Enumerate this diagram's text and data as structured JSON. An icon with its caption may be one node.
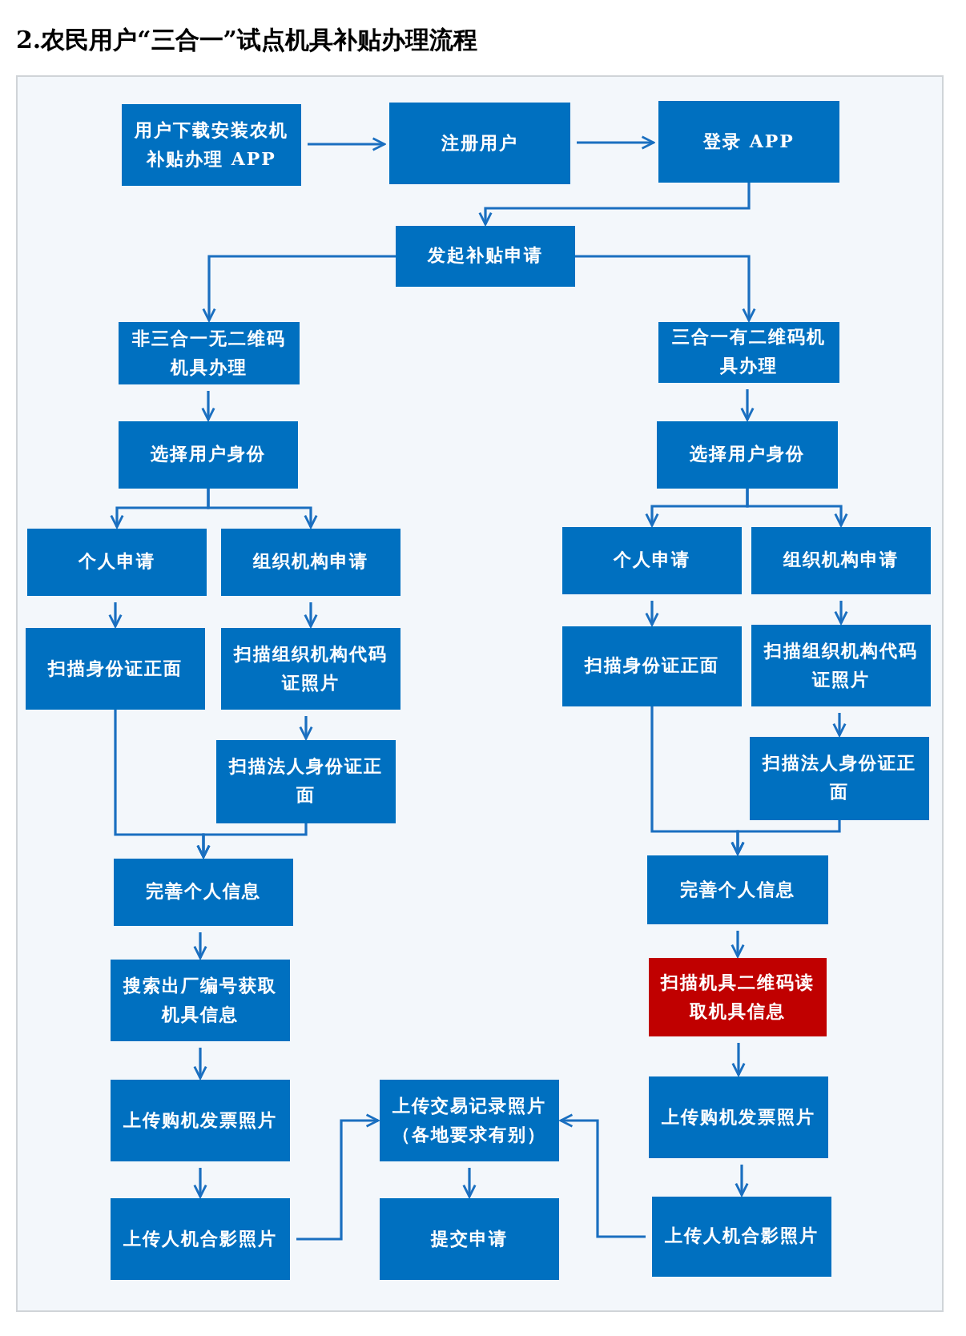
{
  "diagram": {
    "title": "2.农民用户“三合一”试点机具补贴办理流程",
    "nodes": [
      {
        "text": [
          "用户下载安装农机补贴办理 APP"
        ]
      },
      {
        "text": [
          "注册用户"
        ]
      },
      {
        "text": [
          "登录 APP"
        ]
      },
      {
        "text": [
          "发起补贴申请"
        ]
      },
      {
        "text": [
          "非三合一无二维码机具办理"
        ]
      },
      {
        "text": [
          "三合一有二维码机具办理"
        ]
      },
      {
        "text": [
          "选择用户身份"
        ]
      },
      {
        "text": [
          "选择用户身份"
        ]
      },
      {
        "text": [
          "个人申请"
        ]
      },
      {
        "text": [
          "组织机构申请"
        ]
      },
      {
        "text": [
          "个人申请"
        ]
      },
      {
        "text": [
          "组织机构申请"
        ]
      },
      {
        "text": [
          "扫描身份证正面"
        ]
      },
      {
        "text": [
          "扫描组织机构代码证照片"
        ]
      },
      {
        "text": [
          "扫描身份证正面"
        ]
      },
      {
        "text": [
          "扫描组织机构代码证照片"
        ]
      },
      {
        "text": [
          "扫描法人身份证正面"
        ]
      },
      {
        "text": [
          "扫描法人身份证正面"
        ]
      },
      {
        "text": [
          "完善个人信息"
        ]
      },
      {
        "text": [
          "完善个人信息"
        ]
      },
      {
        "text": [
          "搜索出厂编号获取机具信息"
        ]
      },
      {
        "text": [
          "扫描机具二维码读取机具信息"
        ]
      },
      {
        "text": [
          "上传购机发票照片"
        ]
      },
      {
        "text": [
          "上传交易记录照片（各地要求有别）"
        ]
      },
      {
        "text": [
          "上传购机发票照片"
        ]
      },
      {
        "text": [
          "上传人机合影照片"
        ]
      },
      {
        "text": [
          "提交申请"
        ]
      },
      {
        "text": [
          "上传人机合影照片"
        ]
      }
    ],
    "edges": [
      {
        "from": 0,
        "to": 1,
        "arrow": "to"
      },
      {
        "from": 1,
        "to": 2,
        "arrow": "to"
      },
      {
        "from": 2,
        "to": 3,
        "arrow": "to"
      },
      {
        "from": 3,
        "to": 4,
        "arrow": "to"
      },
      {
        "from": 3,
        "to": 5,
        "arrow": "to"
      },
      {
        "from": 4,
        "to": 6,
        "arrow": "to"
      },
      {
        "from": 5,
        "to": 7,
        "arrow": "to"
      },
      {
        "from": 6,
        "to": 8,
        "arrow": "to"
      },
      {
        "from": 6,
        "to": 9,
        "arrow": "to"
      },
      {
        "from": 7,
        "to": 10,
        "arrow": "to"
      },
      {
        "from": 7,
        "to": 11,
        "arrow": "to"
      },
      {
        "from": 8,
        "to": 12,
        "arrow": "to"
      },
      {
        "from": 9,
        "to": 13,
        "arrow": "to"
      },
      {
        "from": 10,
        "to": 14,
        "arrow": "to"
      },
      {
        "from": 11,
        "to": 15,
        "arrow": "to"
      },
      {
        "from": 13,
        "to": 16,
        "arrow": "to"
      },
      {
        "from": 15,
        "to": 17,
        "arrow": "to"
      },
      {
        "from": 12,
        "to": 18,
        "arrow": "to"
      },
      {
        "from": 16,
        "to": 18,
        "arrow": "to"
      },
      {
        "from": 14,
        "to": 19,
        "arrow": "to"
      },
      {
        "from": 17,
        "to": 19,
        "arrow": "to"
      },
      {
        "from": 18,
        "to": 20,
        "arrow": "to"
      },
      {
        "from": 19,
        "to": 21,
        "arrow": "to"
      },
      {
        "from": 20,
        "to": 22,
        "arrow": "to"
      },
      {
        "from": 21,
        "to": 24,
        "arrow": "to"
      },
      {
        "from": 22,
        "to": 25,
        "arrow": "to"
      },
      {
        "from": 24,
        "to": 27,
        "arrow": "to"
      },
      {
        "from": 25,
        "to": 23,
        "arrow": "to"
      },
      {
        "from": 27,
        "to": 23,
        "arrow": "to"
      },
      {
        "from": 23,
        "to": 26,
        "arrow": "to"
      }
    ]
  }
}
